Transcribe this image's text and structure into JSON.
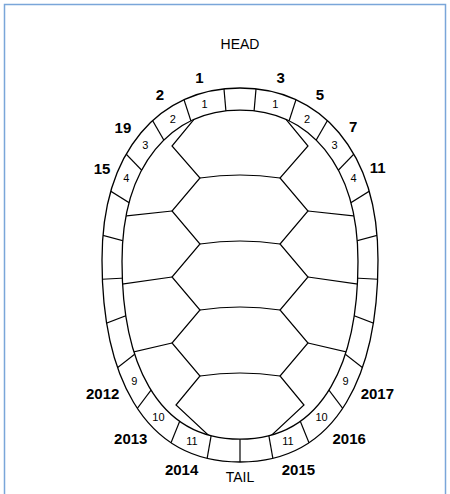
{
  "diagram": {
    "labels": [
      "HEAD",
      "1",
      "3",
      "2",
      "5",
      "7",
      "19",
      "11",
      "15",
      "1",
      "2",
      "3",
      "4",
      "1",
      "2",
      "3",
      "4",
      "9",
      "9",
      "10",
      "10",
      "11",
      "11",
      "2012",
      "2017",
      "2013",
      "2016",
      "2014",
      "2015",
      "TAIL"
    ]
  }
}
